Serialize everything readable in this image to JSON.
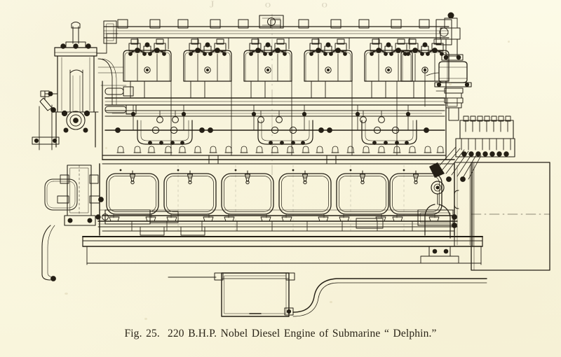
{
  "page": {
    "background_color": "#fdfbe9",
    "ink_color": "#2a2418",
    "bleed_through_text": "J o o"
  },
  "caption": {
    "figure_number": "Fig. 25.",
    "text": "220 B.H.P. Nobel Diesel Engine of Submarine “ Delphin.”",
    "full": "Fig. 25.   220 B.H.P. Nobel Diesel Engine of Submarine “ Delphin.”"
  },
  "figure": {
    "title": "220 B.H.P. Nobel Diesel Engine of Submarine “Delphin”",
    "kind": "engineering-line-drawing",
    "view": "side elevation",
    "line_color": "#241f15",
    "subject": "six-cylinder four-stroke marine diesel engine",
    "parts": [
      {
        "name": "air-compressor-column",
        "label": "Air compressor / starting-air column (left end)"
      },
      {
        "name": "cylinder-head-bank",
        "label": "Cylinder heads with valve gear and rocker arms"
      },
      {
        "name": "camshaft-rail",
        "label": "Camshaft and push-rod rail"
      },
      {
        "name": "fuel-injection-manifold",
        "label": "Fuel injection piping manifold"
      },
      {
        "name": "cylinder-block",
        "label": "Cylinder block / jacket casting"
      },
      {
        "name": "block-bolt-row",
        "label": "Row of cylinder holding-down nuts"
      },
      {
        "name": "crankcase",
        "label": "Crankcase with inspection doors"
      },
      {
        "name": "crankcase-doors",
        "label": "Six rounded crankcase inspection doors"
      },
      {
        "name": "bedplate",
        "label": "Bedplate / engine seating"
      },
      {
        "name": "oil-sump-tank",
        "label": "Oil sump tank beneath the bedplate"
      },
      {
        "name": "drain-pipe",
        "label": "Drain pipe from sump running aft"
      },
      {
        "name": "governor-drum",
        "label": "Governor drum (right end, above)"
      },
      {
        "name": "manoeuvring-gear",
        "label": "Manoeuvring / control gear block"
      },
      {
        "name": "flywheel-coupling-housing",
        "label": "Flywheel and coupling housing (right end)"
      }
    ],
    "counts": {
      "cylinders": 6,
      "crankcase_doors": 6,
      "bolt_nuts_visible": 22
    }
  }
}
